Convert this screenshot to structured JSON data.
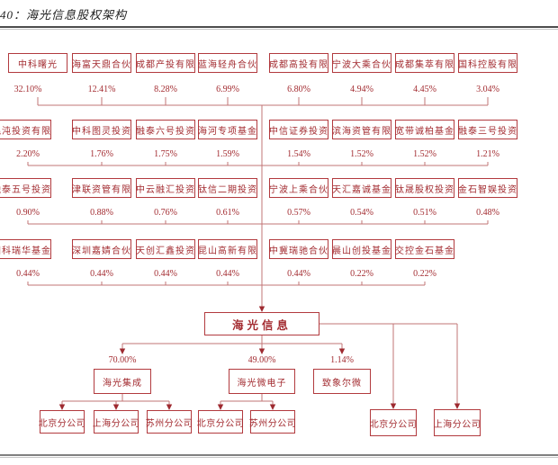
{
  "figure": {
    "title": "40：海光信息股权架构"
  },
  "colors": {
    "accent": "#b23a3e",
    "red_text": "#a32c31",
    "line": "#c27476",
    "arrow": "#9e2a30"
  },
  "company": {
    "name": "海光信息"
  },
  "shareholder_rows": [
    {
      "items": [
        {
          "name": "中科曙光",
          "pct": "32.10%"
        },
        {
          "name": "海富天鼎合伙",
          "pct": "12.41%"
        },
        {
          "name": "成都产投有限",
          "pct": "8.28%"
        },
        {
          "name": "蓝海轻舟合伙",
          "pct": "6.99%"
        },
        {
          "name": "成都高投有限",
          "pct": "6.80%"
        },
        {
          "name": "宁波大乘合伙",
          "pct": "4.94%"
        },
        {
          "name": "成都集萃有限",
          "pct": "4.45%"
        },
        {
          "name": "国科控股有限",
          "pct": "3.04%"
        }
      ]
    },
    {
      "items": [
        {
          "name": "混沌投资有限",
          "pct": "2.20%"
        },
        {
          "name": "中科图灵投资",
          "pct": "1.76%"
        },
        {
          "name": "融泰六号投资",
          "pct": "1.75%"
        },
        {
          "name": "海河专项基金",
          "pct": "1.59%"
        },
        {
          "name": "中信证券投资",
          "pct": "1.54%"
        },
        {
          "name": "滨海资管有限",
          "pct": "1.52%"
        },
        {
          "name": "宽带诚柏基金",
          "pct": "1.52%"
        },
        {
          "name": "融泰三号投资",
          "pct": "1.21%"
        }
      ]
    },
    {
      "items": [
        {
          "name": "融泰五号投资",
          "pct": "0.90%"
        },
        {
          "name": "津联资管有限",
          "pct": "0.88%"
        },
        {
          "name": "中云融汇投资",
          "pct": "0.76%"
        },
        {
          "name": "钛信二期投资",
          "pct": "0.61%"
        },
        {
          "name": "宁波上乘合伙",
          "pct": "0.57%"
        },
        {
          "name": "天汇嘉诚基金",
          "pct": "0.54%"
        },
        {
          "name": "钛晟股权投资",
          "pct": "0.51%"
        },
        {
          "name": "金石智娱投资",
          "pct": "0.48%"
        }
      ]
    },
    {
      "items": [
        {
          "name": "国科瑞华基金",
          "pct": "0.44%"
        },
        {
          "name": "深圳嘉婧合伙",
          "pct": "0.44%"
        },
        {
          "name": "天创汇鑫投资",
          "pct": "0.44%"
        },
        {
          "name": "昆山高新有限",
          "pct": "0.44%"
        },
        {
          "name": "中冀瑞驰合伙",
          "pct": "0.44%"
        },
        {
          "name": "晨山创投基金",
          "pct": "0.22%"
        },
        {
          "name": "交控金石基金",
          "pct": "0.22%"
        }
      ]
    }
  ],
  "subsidiaries": [
    {
      "name": "海光集成",
      "pct": "70.00%",
      "branches": [
        "北京分公司",
        "上海分公司",
        "苏州分公司"
      ]
    },
    {
      "name": "海光微电子",
      "pct": "49.00%",
      "branches": [
        "北京分公司",
        "苏州分公司"
      ]
    },
    {
      "name": "致象尔微",
      "pct": "1.14%",
      "branches": []
    }
  ],
  "direct_branches": [
    "北京分公司",
    "上海分公司"
  ]
}
